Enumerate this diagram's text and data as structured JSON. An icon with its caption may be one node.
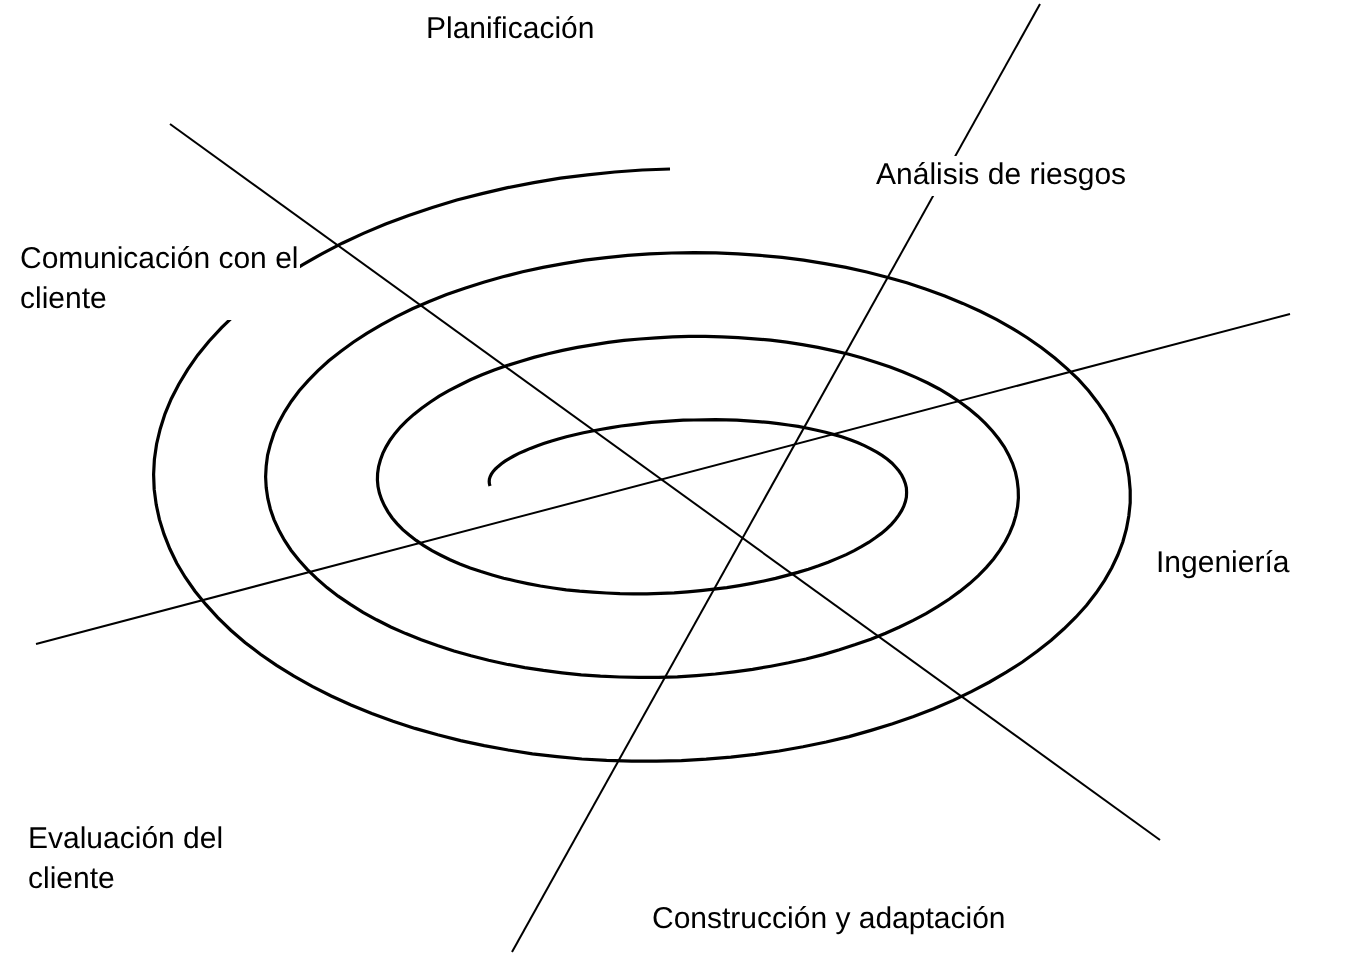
{
  "diagram": {
    "labels": [
      "Planificación",
      "Análisis de riesgos",
      "Comunicación con el cliente",
      "Ingeniería",
      "Evaluación del cliente",
      "Construcción y adaptación"
    ]
  }
}
